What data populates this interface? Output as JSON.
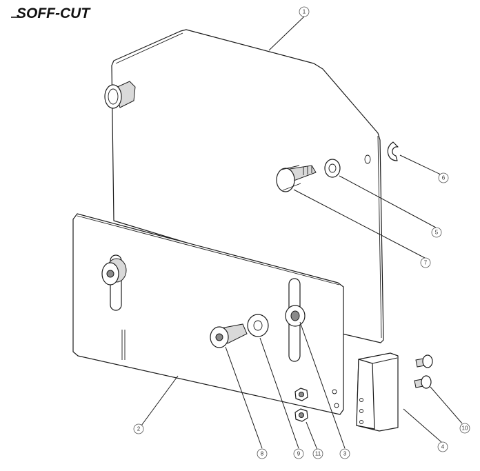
{
  "logo": {
    "text": "SOFF-CUT",
    "tagline": ""
  },
  "callouts": [
    {
      "id": "callout-1",
      "label": "1"
    },
    {
      "id": "callout-2",
      "label": "2"
    },
    {
      "id": "callout-3",
      "label": "3"
    },
    {
      "id": "callout-4",
      "label": "4"
    },
    {
      "id": "callout-5",
      "label": "5"
    },
    {
      "id": "callout-6",
      "label": "6"
    },
    {
      "id": "callout-7",
      "label": "7"
    },
    {
      "id": "callout-8",
      "label": "8"
    },
    {
      "id": "callout-9",
      "label": "9"
    },
    {
      "id": "callout-10",
      "label": "10"
    },
    {
      "id": "callout-11",
      "label": "11"
    }
  ]
}
